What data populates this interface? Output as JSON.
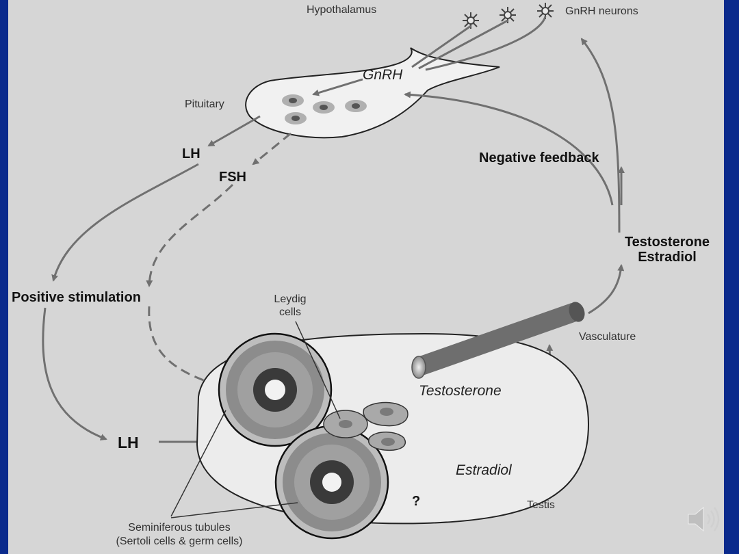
{
  "labels": {
    "hypothalamus": "Hypothalamus",
    "gnrh_neurons": "GnRH neurons",
    "gnrh": "GnRH",
    "pituitary": "Pituitary",
    "lh_top": "LH",
    "fsh": "FSH",
    "negative_feedback": "Negative feedback",
    "testosterone_estradiol_1": "Testosterone",
    "testosterone_estradiol_2": "Estradiol",
    "positive_stimulation": "Positive stimulation",
    "leydig_1": "Leydig",
    "leydig_2": "cells",
    "vasculature": "Vasculature",
    "testosterone": "Testosterone",
    "lh_bottom": "LH",
    "estradiol": "Estradiol",
    "question": "?",
    "testis": "Testis",
    "seminiferous_1": "Seminiferous tubules",
    "seminiferous_2": "(Sertoli cells & germ cells)"
  },
  "icons": {
    "speaker": "speaker-icon"
  },
  "colors": {
    "background": "#0a2a8c",
    "slide": "#d6d6d6",
    "arrow": "#707070",
    "vessel": "#6e6e6e",
    "organ_fill": "#ececec",
    "cell_fill": "#a9a9a9",
    "nucleus": "#7a7a7a"
  }
}
